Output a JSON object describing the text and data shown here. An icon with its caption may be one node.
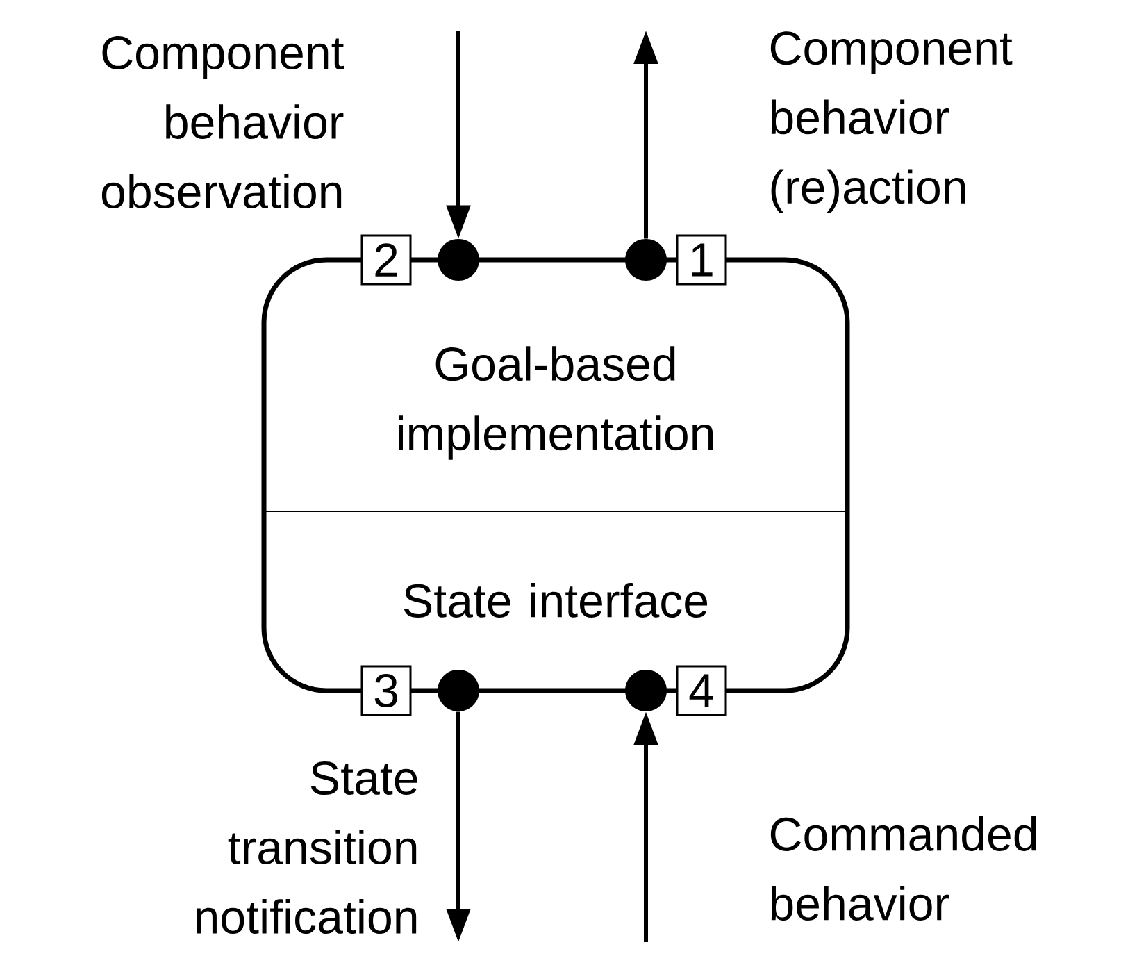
{
  "diagram": {
    "nodes": [
      {
        "text": [
          "Goal-based implementation",
          "State interface"
        ]
      },
      {
        "text": [
          "2"
        ]
      },
      {
        "text": [
          "1"
        ]
      },
      {
        "text": [
          "3"
        ]
      },
      {
        "text": [
          "4"
        ]
      },
      {
        "text": [],
        "shape": "circle"
      },
      {
        "text": [],
        "shape": "circle"
      },
      {
        "text": [],
        "shape": "circle"
      },
      {
        "text": [],
        "shape": "circle"
      }
    ],
    "edges": [
      {
        "from": null,
        "to": 5,
        "arrow": "to"
      },
      {
        "from": 6,
        "to": null,
        "arrow": "to"
      },
      {
        "from": 7,
        "to": null,
        "arrow": "to"
      },
      {
        "from": null,
        "to": 8,
        "arrow": "to"
      }
    ],
    "labels": [
      "Component behavior observation",
      "Component behavior (re)action",
      "State transition notification",
      "Commanded behavior"
    ]
  }
}
